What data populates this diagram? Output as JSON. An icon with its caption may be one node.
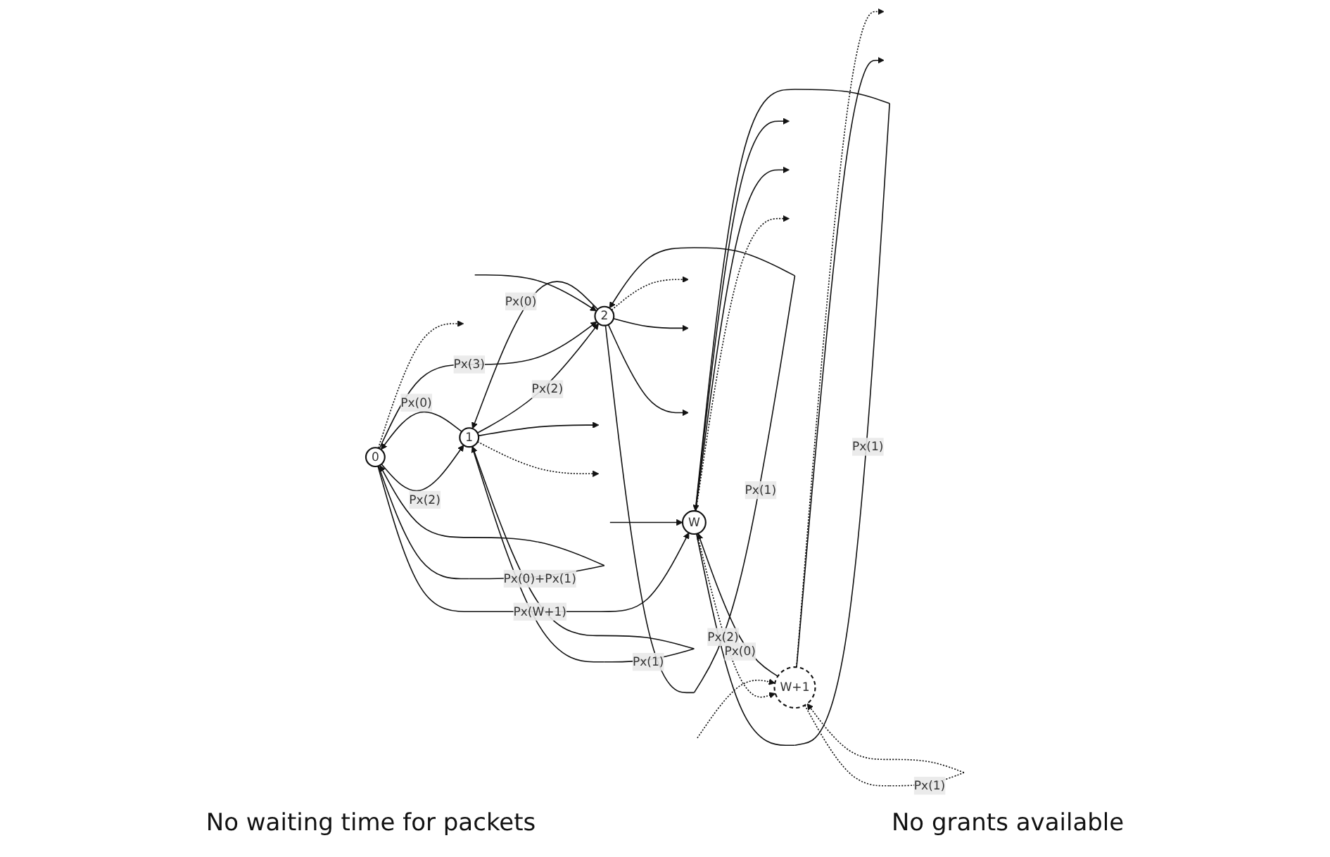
{
  "diagram": {
    "nodes": [
      {
        "text": [
          "0"
        ]
      },
      {
        "text": [
          "1"
        ]
      },
      {
        "text": [
          "2"
        ]
      },
      {
        "text": [
          "W"
        ]
      },
      {
        "text": [
          "W+1"
        ]
      }
    ],
    "edges": [
      {
        "from": 0,
        "to": 0,
        "arrow": "to",
        "label": "Px(0)+Px(1)"
      },
      {
        "from": 0,
        "to": 1,
        "arrow": "to",
        "label": "Px(2)"
      },
      {
        "from": 1,
        "to": 0,
        "arrow": "to",
        "label": "Px(0)"
      },
      {
        "from": 1,
        "to": 1,
        "arrow": "to",
        "label": "Px(1)"
      },
      {
        "from": 1,
        "to": 2,
        "arrow": "to",
        "label": "Px(2)"
      },
      {
        "from": 2,
        "to": 1,
        "arrow": "to",
        "label": "Px(0)"
      },
      {
        "from": 2,
        "to": 2,
        "arrow": "to",
        "label": "Px(1)"
      },
      {
        "from": 0,
        "to": 2,
        "arrow": "to",
        "label": "Px(3)"
      },
      {
        "from": 0,
        "to": 3,
        "arrow": "to",
        "label": "Px(W+1)"
      },
      {
        "from": 3,
        "to": 4,
        "arrow": "to",
        "label": "Px(2)",
        "style": "dashed"
      },
      {
        "from": 4,
        "to": 3,
        "arrow": "to",
        "label": "Px(0)"
      },
      {
        "from": 3,
        "to": 3,
        "arrow": "to",
        "label": "Px(1)"
      },
      {
        "from": 4,
        "to": 4,
        "arrow": "to",
        "label": "Px(1)",
        "style": "dashed"
      },
      {
        "from": 0,
        "to": null,
        "arrow": "to",
        "style": "dashed"
      },
      {
        "from": 1,
        "to": null,
        "arrow": "to"
      },
      {
        "from": 1,
        "to": null,
        "arrow": "to",
        "style": "dashed"
      },
      {
        "from": 2,
        "to": null,
        "arrow": "to",
        "style": "dashed"
      },
      {
        "from": 2,
        "to": null,
        "arrow": "to"
      },
      {
        "from": 2,
        "to": null,
        "arrow": "to"
      },
      {
        "from": null,
        "to": 2,
        "arrow": "to"
      },
      {
        "from": null,
        "to": 3,
        "arrow": "to"
      },
      {
        "from": 3,
        "to": null,
        "arrow": "to"
      },
      {
        "from": 3,
        "to": null,
        "arrow": "to"
      },
      {
        "from": 3,
        "to": null,
        "arrow": "to",
        "style": "dashed"
      },
      {
        "from": 4,
        "to": null,
        "arrow": "to",
        "style": "dashed"
      },
      {
        "from": 4,
        "to": null,
        "arrow": "to"
      },
      {
        "from": null,
        "to": 4,
        "arrow": "to",
        "style": "dashed"
      }
    ],
    "labels": [
      "No waiting time for packets",
      "No grants available"
    ]
  }
}
